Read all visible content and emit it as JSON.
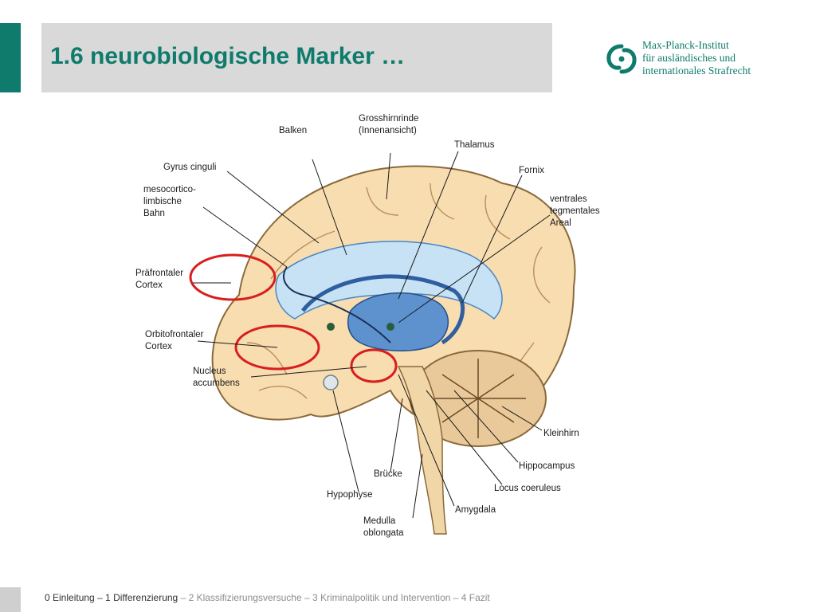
{
  "title": "1.6 neurobiologische Marker …",
  "logo": {
    "line1": "Max-Planck-Institut",
    "line2": "für ausländisches und",
    "line3": "internationales Strafrecht",
    "icon": "mpi-logo-icon"
  },
  "colors": {
    "accent": "#0e7b6c",
    "highlight_circle": "#d81e1e"
  },
  "diagram": {
    "labels": {
      "grosshirnrinde_1": "Grosshirnrinde",
      "grosshirnrinde_2": "(Innenansicht)",
      "balken": "Balken",
      "thalamus": "Thalamus",
      "fornix": "Fornix",
      "gyrus_cinguli": "Gyrus cinguli",
      "mesocortico_1": "mesocortico-",
      "mesocortico_2": "limbische",
      "mesocortico_3": "Bahn",
      "ventrales_1": "ventrales",
      "ventrales_2": "tegmentales",
      "ventrales_3": "Areal",
      "praefrontaler_1": "Präfrontaler",
      "praefrontaler_2": "Cortex",
      "orbitofrontaler_1": "Orbitofrontaler",
      "orbitofrontaler_2": "Cortex",
      "nucleus_1": "Nucleus",
      "nucleus_2": "accumbens",
      "kleinhirn": "Kleinhirn",
      "hippocampus": "Hippocampus",
      "bruecke": "Brücke",
      "locus_coeruleus": "Locus coeruleus",
      "hypophyse": "Hypophyse",
      "amygdala": "Amygdala",
      "medulla_1": "Medulla",
      "medulla_2": "oblongata"
    }
  },
  "footer": {
    "active": "0 Einleitung – 1 Differenzierung",
    "rest": " – 2 Klassifizierungsversuche – 3 Kriminalpolitik und Intervention – 4 Fazit"
  }
}
